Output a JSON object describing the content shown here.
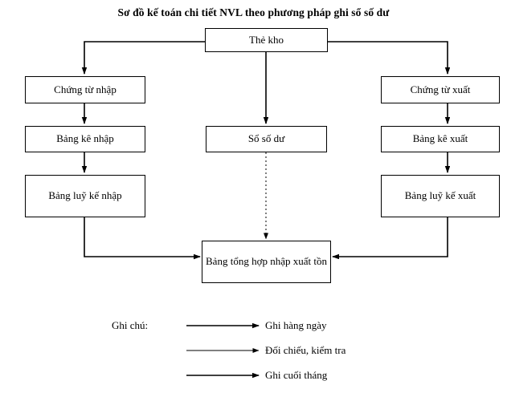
{
  "title": "Sơ đồ kế toán chi tiết NVL theo phương pháp ghi sổ số dư",
  "boxes": {
    "the_kho": "Thẻ kho",
    "chung_tu_nhap": "Chứng từ nhập",
    "chung_tu_xuat": "Chứng từ xuất",
    "bang_ke_nhap": "Bảng kê nhập",
    "so_so_du": "Sổ số dư",
    "bang_ke_xuat": "Bảng kê xuất",
    "bang_luy_ke_nhap": "Bảng luỹ kế nhập",
    "bang_luy_ke_xuat": "Bảng luỹ kế xuất",
    "bang_tong_hop": "Bảng tổng hợp nhập xuất tồn"
  },
  "legend": {
    "label": "Ghi chú:",
    "items": [
      {
        "text": "Ghi hàng ngày",
        "style": "solid-thick"
      },
      {
        "text": "Đối chiếu, kiểm tra",
        "style": "solid-thin"
      },
      {
        "text": "Ghi cuối tháng",
        "style": "solid-thick"
      }
    ]
  },
  "colors": {
    "line": "#000000",
    "background": "#ffffff",
    "text": "#000000"
  }
}
